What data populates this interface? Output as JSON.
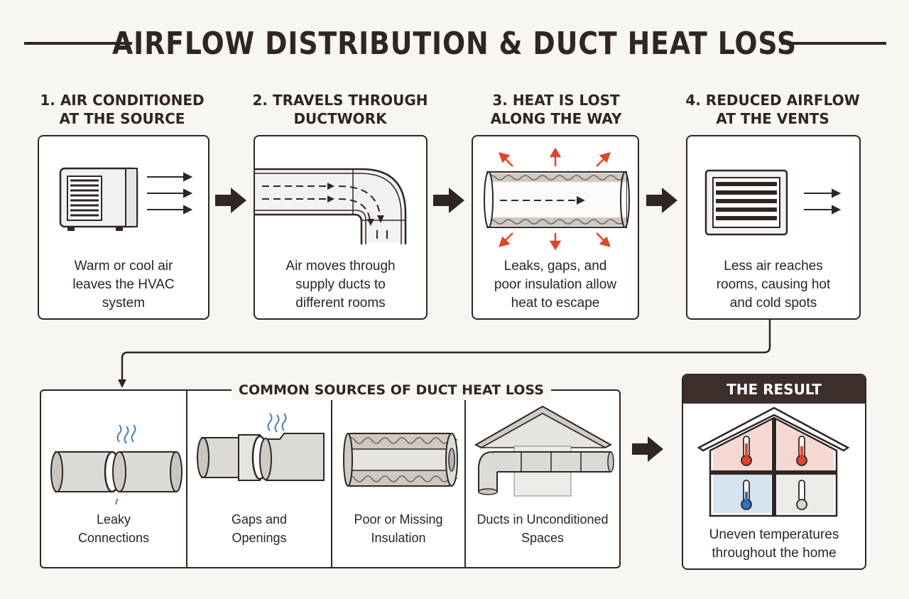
{
  "title": "AIRFLOW DISTRIBUTION & DUCT HEAT LOSS",
  "steps": [
    {
      "heading_line1": "1. AIR CONDITIONED",
      "heading_line2": "AT THE SOURCE",
      "desc_line1": "Warm or cool air",
      "desc_line2": "leaves the HVAC",
      "desc_line3": "system",
      "icon": "hvac-unit-icon"
    },
    {
      "heading_line1": "2. TRAVELS THROUGH",
      "heading_line2": "DUCTWORK",
      "desc_line1": "Air moves through",
      "desc_line2": "supply ducts to",
      "desc_line3": "different rooms",
      "icon": "duct-elbow-icon"
    },
    {
      "heading_line1": "3. HEAT IS LOST",
      "heading_line2": "ALONG THE WAY",
      "desc_line1": "Leaks, gaps, and",
      "desc_line2": "poor insulation allow",
      "desc_line3": "heat to escape",
      "icon": "insulated-duct-heat-loss-icon"
    },
    {
      "heading_line1": "4. REDUCED AIRFLOW",
      "heading_line2": "AT THE VENTS",
      "desc_line1": "Less air reaches",
      "desc_line2": "rooms, causing hot",
      "desc_line3": "and cold spots",
      "icon": "vent-grille-icon"
    }
  ],
  "sources": {
    "title": "COMMON SOURCES OF DUCT HEAT LOSS",
    "items": [
      {
        "line1": "Leaky",
        "line2": "Connections",
        "icon": "leaky-connection-icon"
      },
      {
        "line1": "Gaps and",
        "line2": "Openings",
        "icon": "duct-gap-icon"
      },
      {
        "line1": "Poor or Missing",
        "line2": "Insulation",
        "icon": "poor-insulation-icon"
      },
      {
        "line1": "Ducts in Unconditioned",
        "line2": "Spaces",
        "icon": "attic-duct-icon"
      }
    ]
  },
  "result": {
    "title": "THE RESULT",
    "desc_line1": "Uneven temperatures",
    "desc_line2": "throughout the home",
    "icon": "house-thermometers-icon"
  },
  "colors": {
    "dark": "#2f2624",
    "heat_arrow": "#e0432b",
    "warm_room": "#f6d8d2",
    "cool_room": "#d6e4f1",
    "neutral_room": "#ecebe8",
    "hot_thermo": "#e0432b",
    "cold_thermo": "#2d6fc0",
    "leak_wave": "#4a7fb2"
  }
}
